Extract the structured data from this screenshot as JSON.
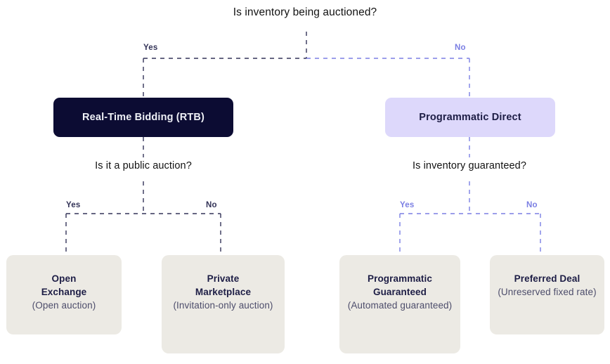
{
  "diagram": {
    "type": "decision-tree",
    "title": "Is inventory being auctioned?",
    "colors": {
      "navy_branch": "#343458",
      "periwinkle_branch": "#7b7fe3",
      "dark_node_bg": "#0c0c33",
      "dark_node_text": "#eef0f6",
      "light_node_bg": "#ddd8fb",
      "light_node_text": "#1d1d45",
      "leaf_bg": "#eceae4",
      "leaf_title_text": "#1d1d45",
      "leaf_sub_text": "#4d4d6b",
      "question_text": "#121212",
      "canvas_bg": "#ffffff"
    }
  },
  "root": {
    "question": "Is inventory being auctioned?",
    "yes_label": "Yes",
    "no_label": "No"
  },
  "left_branch": {
    "node_label": "Real-Time Bidding (RTB)",
    "question": "Is it a public auction?",
    "yes_label": "Yes",
    "no_label": "No",
    "leaves": [
      {
        "title": "Open Exchange",
        "title_line_1": "Open",
        "title_line_2": "Exchange",
        "subtitle": "(Open auction)"
      },
      {
        "title": "Private Marketplace",
        "title_line_1": "Private",
        "title_line_2": "Marketplace",
        "subtitle": "(Invitation-only auction)"
      }
    ]
  },
  "right_branch": {
    "node_label": "Programmatic Direct",
    "question": "Is inventory guaranteed?",
    "yes_label": "Yes",
    "no_label": "No",
    "leaves": [
      {
        "title": "Programmatic Guaranteed",
        "title_line_1": "Programmatic",
        "title_line_2": "Guaranteed",
        "subtitle": "(Automated guaranteed)"
      },
      {
        "title": "Preferred Deal",
        "title_line_1": "Preferred Deal",
        "title_line_2": "",
        "subtitle": "(Unreserved fixed rate)"
      }
    ]
  }
}
